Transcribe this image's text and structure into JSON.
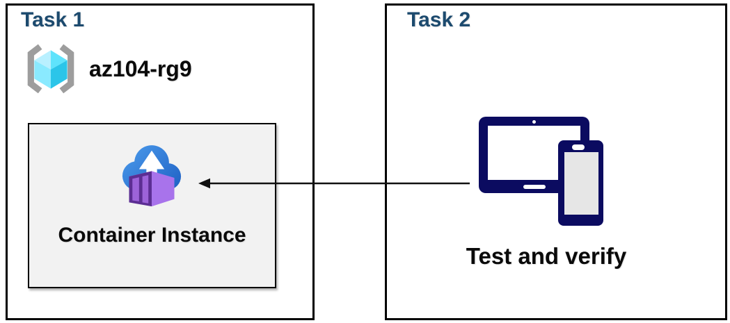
{
  "task1": {
    "title": "Task 1",
    "resource_group": {
      "name": "az104-rg9",
      "icon": "resource-group-icon"
    },
    "container_box": {
      "label": "Container Instance",
      "icon": "container-instance-icon"
    }
  },
  "task2": {
    "title": "Task 2",
    "devices_icon": "tablet-and-phone-icon",
    "label": "Test and verify"
  },
  "arrow": {
    "direction": "right-to-left"
  },
  "colors": {
    "task_title": "#1c4a6e",
    "box_border": "#000000",
    "inner_box_fill": "#f2f2f2",
    "device_navy": "#0b0b60",
    "cloud_blue_top": "#4796e8",
    "cloud_blue_bottom": "#2062c5",
    "container_front": "#5c2e93",
    "container_panel": "#9c63d9",
    "container_side": "#a873eb",
    "bracket_gray": "#9d9d9d",
    "cube_face_lightest": "#b9f0ff",
    "cube_face_light": "#5fe3fc",
    "cube_face_mid": "#8aeaff",
    "cube_face_dark": "#2bc5e9"
  }
}
